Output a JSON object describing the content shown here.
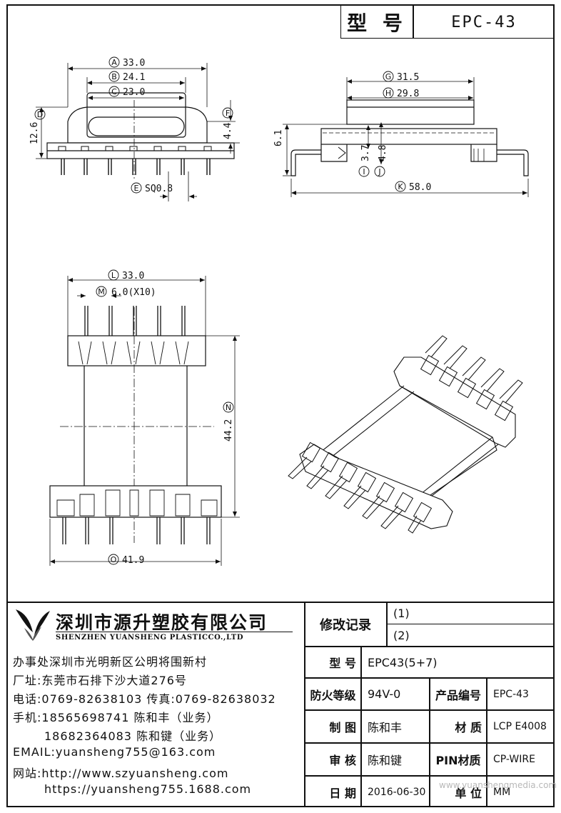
{
  "header": {
    "label": "型 号",
    "model": "EPC-43"
  },
  "dimensions": {
    "A": "33.0",
    "B": "24.1",
    "C": "23.0",
    "D": "12.6",
    "E": "SQ0.8",
    "F": "4.4",
    "G": "31.5",
    "H": "29.8",
    "I": "3.7",
    "J": "4.8",
    "K": "58.0",
    "L": "33.0",
    "M": "6.0(X10)",
    "N": "44.2",
    "O": "41.9",
    "side_height": "6.1"
  },
  "company": {
    "name_cn": "深圳市源升塑胶有限公司",
    "name_en": "SHENZHEN YUANSHENG PLASTICCO.,LTD",
    "office": "办事处深圳市光明新区公明将围新村",
    "factory": "厂址:东莞市石排下沙大道276号",
    "phone": "电话:0769-82638103 传真:0769-82638032",
    "mobile1": "手机:18565698741 陈和丰（业务）",
    "mobile2": "18682364083 陈和键（业务）",
    "email": "EMAIL:yuansheng755@163.com",
    "web1": "网站:http://www.szyuansheng.com",
    "web2": "https://yuansheng755.1688.com"
  },
  "revision": {
    "label": "修改记录",
    "r1": "(1)",
    "r2": "(2)"
  },
  "spec": {
    "model_label": "型 号",
    "model_value": "EPC43(5+7)",
    "fire_label": "防火等级",
    "fire_value": "94V-0",
    "code_label": "产品编号",
    "code_value": "EPC-43",
    "draw_label": "制 图",
    "draw_value": "陈和丰",
    "material_label": "材 质",
    "material_value": "LCP E4008",
    "review_label": "审 核",
    "review_value": "陈和键",
    "pin_label": "PIN材质",
    "pin_value": "CP-WIRE",
    "date_label": "日 期",
    "date_value": "2016-06-30",
    "unit_label": "单 位",
    "unit_value": "MM"
  },
  "watermark": "www.yuanshengmedia.com"
}
